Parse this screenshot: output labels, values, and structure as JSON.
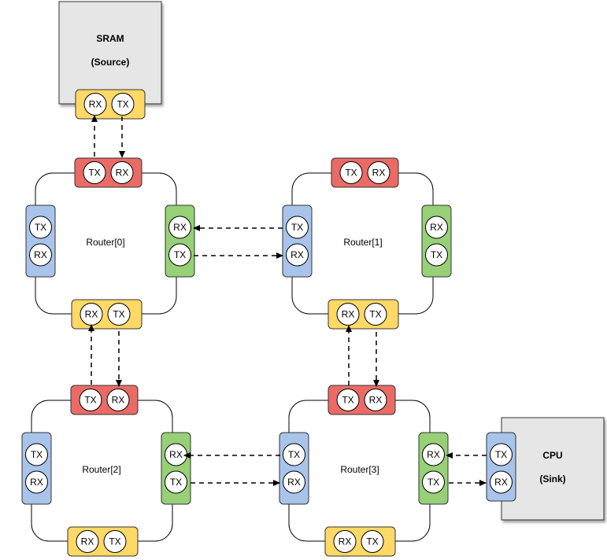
{
  "blocks": {
    "sram": {
      "title": "SRAM",
      "subtitle": "(Source)"
    },
    "cpu": {
      "title": "CPU",
      "subtitle": "(Sink)"
    }
  },
  "routers": [
    {
      "label": "Router[0]"
    },
    {
      "label": "Router[1]"
    },
    {
      "label": "Router[2]"
    },
    {
      "label": "Router[3]"
    }
  ],
  "ports": {
    "tx": "TX",
    "rx": "RX"
  },
  "colors": {
    "north": "#ea6b66",
    "south": "#ffd966",
    "west": "#a9c4eb",
    "east": "#97d077",
    "block_fill": "#e6e6e6",
    "line": "#000000"
  }
}
